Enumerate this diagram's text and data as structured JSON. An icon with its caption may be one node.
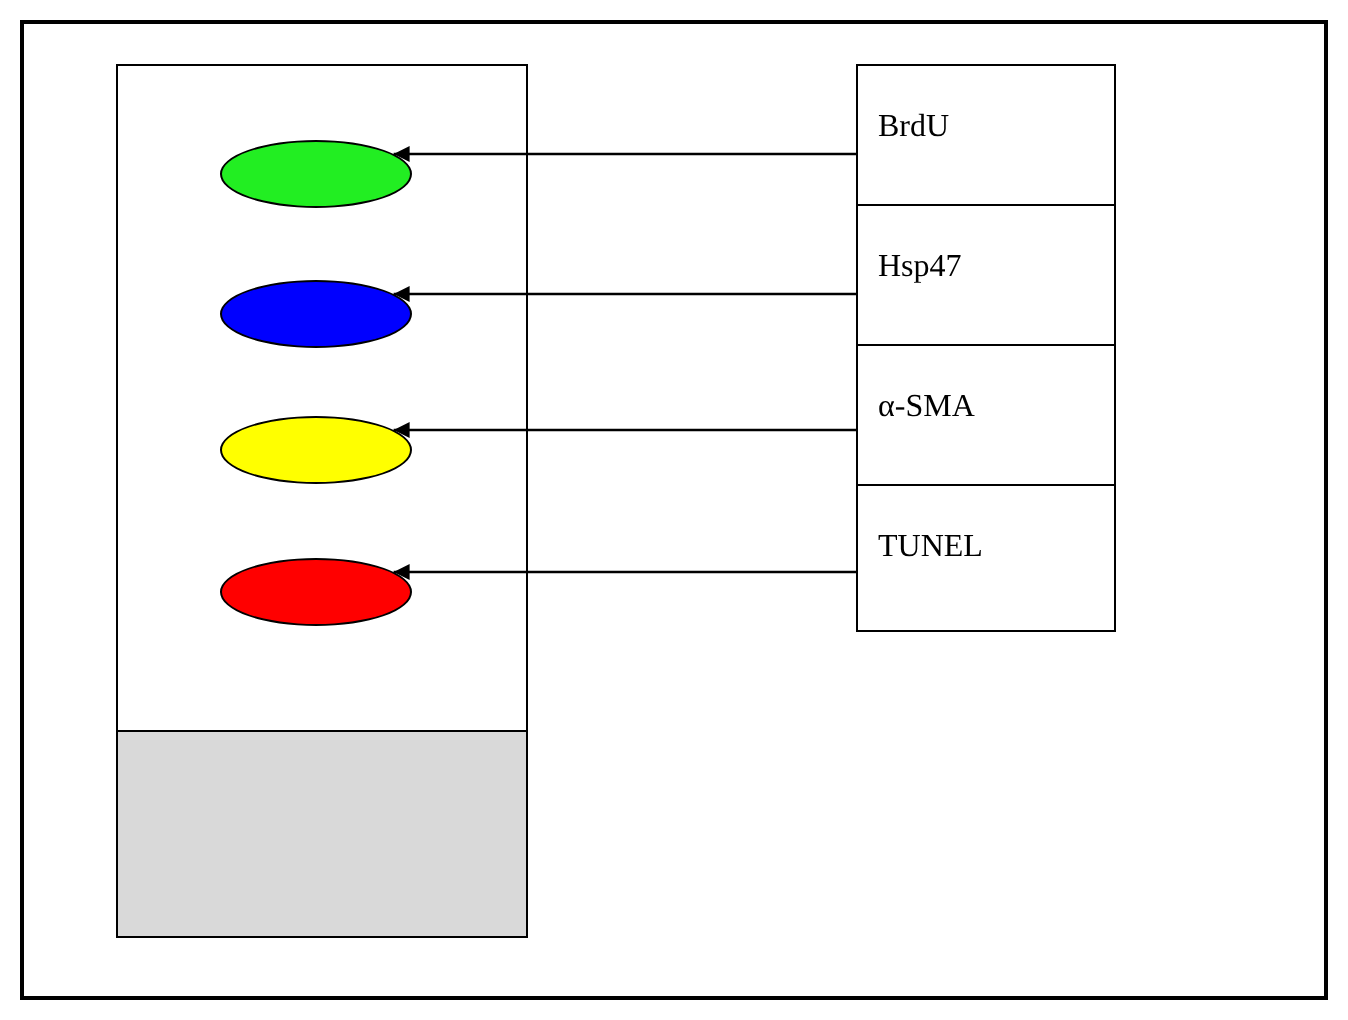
{
  "diagram": {
    "nodes": [
      {
        "text": [],
        "shape": "box"
      },
      {
        "text": [],
        "shape": "ellipse",
        "in": 0
      },
      {
        "text": [],
        "shape": "ellipse",
        "in": 0
      },
      {
        "text": [],
        "shape": "ellipse",
        "in": 0
      },
      {
        "text": [],
        "shape": "ellipse",
        "in": 0
      },
      {
        "text": [],
        "shape": "box",
        "in": 0
      },
      {
        "text": [
          "BrdU"
        ]
      },
      {
        "text": [
          "Hsp47"
        ]
      },
      {
        "text": [
          "α-SMA"
        ]
      },
      {
        "text": [
          "TUNEL"
        ]
      }
    ],
    "edges": [
      {
        "from": 6,
        "to": 1,
        "arrow": "to"
      },
      {
        "from": 7,
        "to": 2,
        "arrow": "to"
      },
      {
        "from": 8,
        "to": 3,
        "arrow": "to"
      },
      {
        "from": 9,
        "to": 4,
        "arrow": "to"
      }
    ]
  }
}
